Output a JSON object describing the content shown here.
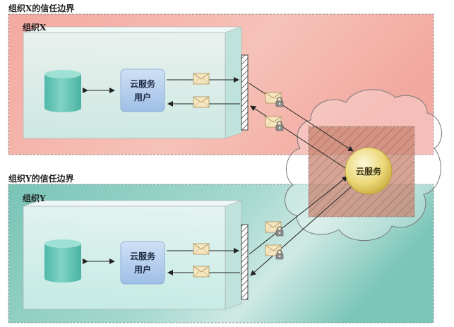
{
  "boundary_x": {
    "title": "组织X的信任边界",
    "org_label": "组织X"
  },
  "boundary_y": {
    "title": "组织Y的信任边界",
    "org_label": "组织Y"
  },
  "cloud_service": {
    "label": "云服务"
  },
  "user_x": {
    "line1": "云服务",
    "line2": "用户"
  },
  "user_y": {
    "line1": "云服务",
    "line2": "用户"
  },
  "colors": {
    "org_x_fill": "#f2aaa0",
    "org_y_fill": "#76c2b4",
    "user_fill": "#b9d2ef",
    "database_fill": "#63c3b3",
    "cloud_service_fill": "#e8d670",
    "overlap_hatch": "#b0705c"
  },
  "icons": [
    "database-icon",
    "envelope-icon",
    "lock-icon",
    "firewall-icon",
    "cloud-icon"
  ]
}
